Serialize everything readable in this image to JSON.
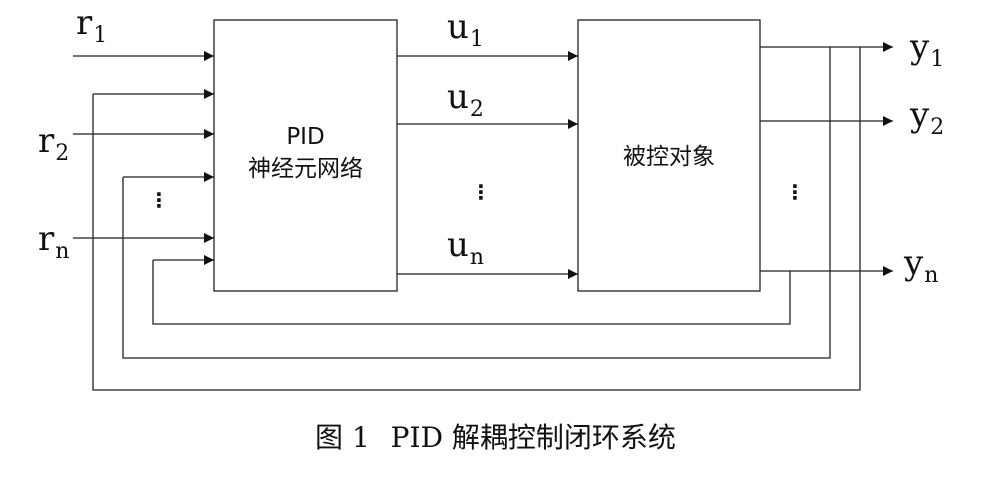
{
  "diagram": {
    "inputs": {
      "r1": {
        "base": "r",
        "sub": "1"
      },
      "r2": {
        "base": "r",
        "sub": "2"
      },
      "rn": {
        "base": "r",
        "sub": "n"
      }
    },
    "controls": {
      "u1": {
        "base": "u",
        "sub": "1"
      },
      "u2": {
        "base": "u",
        "sub": "2"
      },
      "un": {
        "base": "u",
        "sub": "n"
      }
    },
    "outputs": {
      "y1": {
        "base": "y",
        "sub": "1"
      },
      "y2": {
        "base": "y",
        "sub": "2"
      },
      "yn": {
        "base": "y",
        "sub": "n"
      }
    },
    "pid_box": {
      "line1": "PID",
      "line2": "神经元网络"
    },
    "plant_box": {
      "label": "被控对象"
    },
    "ellipsis": "⋮"
  },
  "caption": {
    "figure_no": "图 1",
    "text": "PID 解耦控制闭环系统"
  }
}
